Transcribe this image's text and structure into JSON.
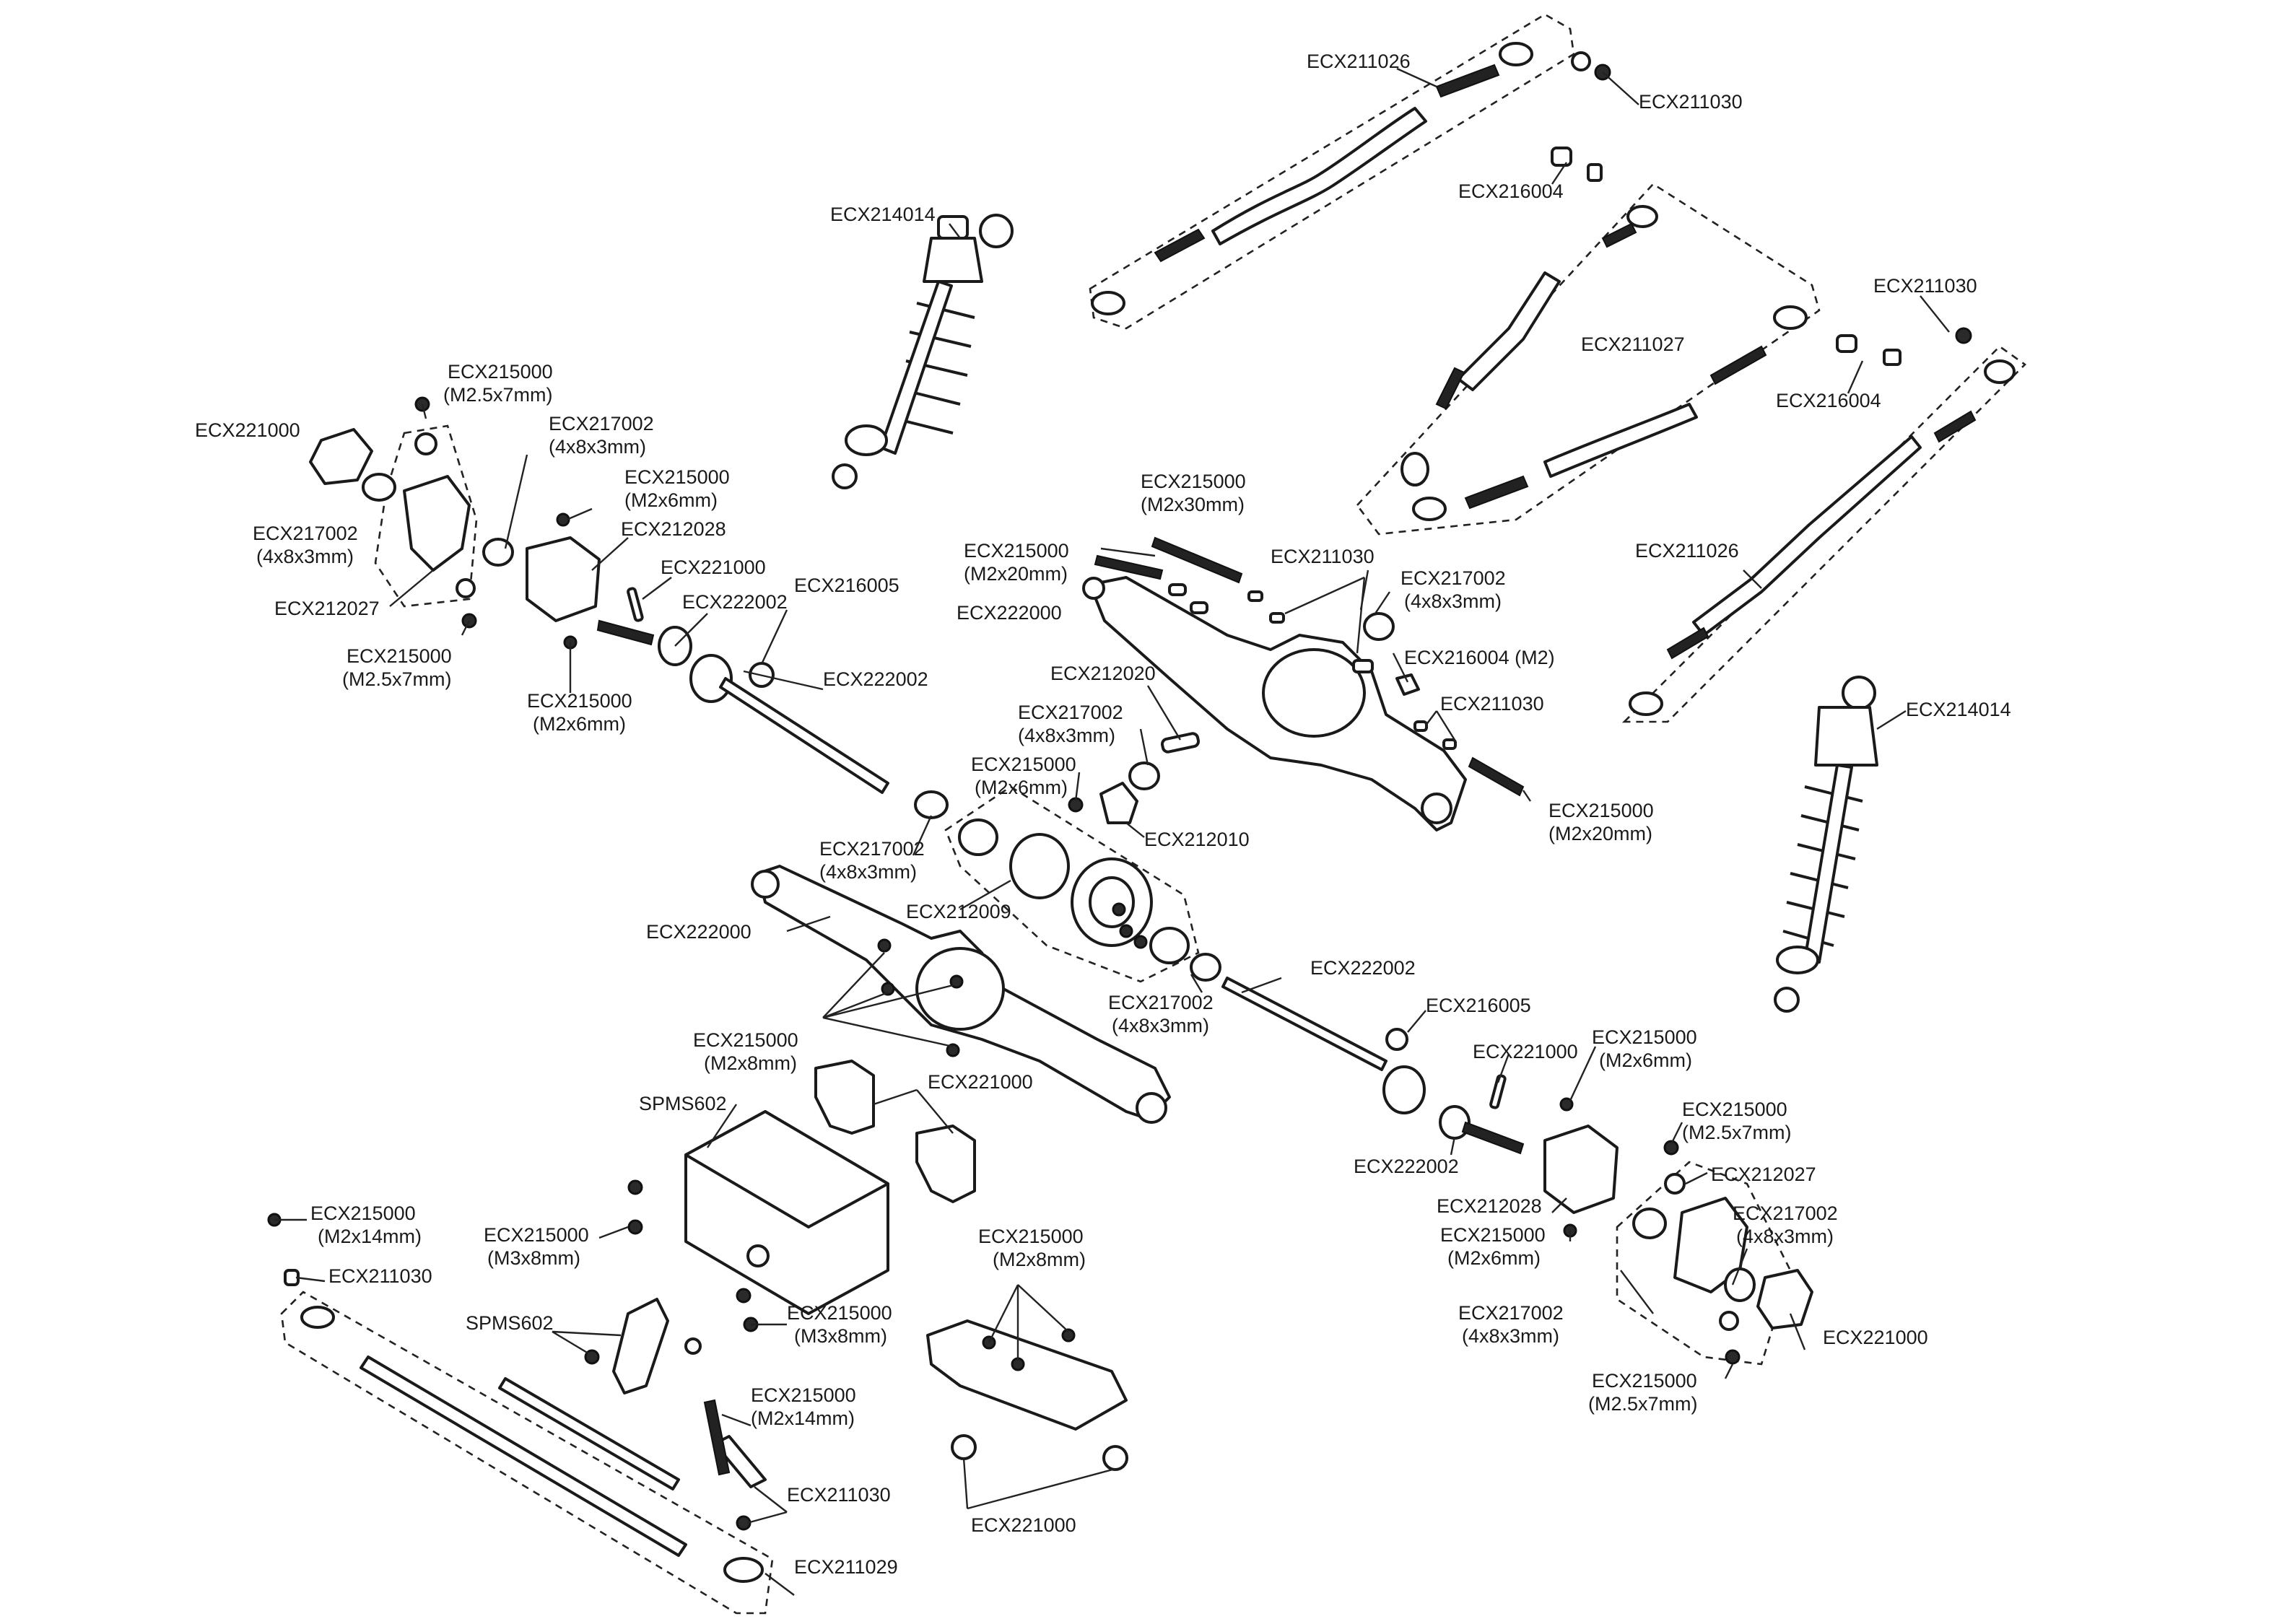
{
  "labels": {
    "ecx211026_top": "ECX211026",
    "ecx211030_top": "ECX211030",
    "ecx216004_top": "ECX216004",
    "ecx214014_left": "ECX214014",
    "ecx211027": "ECX211027",
    "ecx211030_right": "ECX211030",
    "ecx216004_right": "ECX216004",
    "ecx211026_right": "ECX211026",
    "ecx215000_a": "ECX215000",
    "ecx215000_a_size": "(M2.5x7mm)",
    "ecx221000_left": "ECX221000",
    "ecx217002_a": "ECX217002",
    "ecx217002_a_size": "(4x8x3mm)",
    "ecx215000_b": "ECX215000",
    "ecx215000_b_size": "(M2x6mm)",
    "ecx212028_left": "ECX212028",
    "ecx217002_b": "ECX217002",
    "ecx217002_b_size": "(4x8x3mm)",
    "ecx212027_left": "ECX212027",
    "ecx221000_mid": "ECX221000",
    "ecx222002_a": "ECX222002",
    "ecx216005_left": "ECX216005",
    "ecx215000_c": "ECX215000",
    "ecx215000_c_size": "(M2.5x7mm)",
    "ecx215000_d": "ECX215000",
    "ecx215000_d_size": "(M2x6mm)",
    "ecx222002_b": "ECX222002",
    "ecx215000_e": "ECX215000",
    "ecx215000_e_size": "(M2x30mm)",
    "ecx215000_f": "ECX215000",
    "ecx215000_f_size": "(M2x20mm)",
    "ecx211030_mid": "ECX211030",
    "ecx222000_top": "ECX222000",
    "ecx217002_c": "ECX217002",
    "ecx217002_c_size": "(4x8x3mm)",
    "ecx216004_m2": "ECX216004 (M2)",
    "ecx212020": "ECX212020",
    "ecx211030_axle": "ECX211030",
    "ecx217002_d": "ECX217002",
    "ecx217002_d_size": "(4x8x3mm)",
    "ecx215000_g": "ECX215000",
    "ecx215000_g_size": "(M2x6mm)",
    "ecx215000_h": "ECX215000",
    "ecx215000_h_size": "(M2x20mm)",
    "ecx212010": "ECX212010",
    "ecx214014_right": "ECX214014",
    "ecx217002_e": "ECX217002",
    "ecx217002_e_size": "(4x8x3mm)",
    "ecx212009": "ECX212009",
    "ecx222000_left": "ECX222000",
    "ecx222002_c": "ECX222002",
    "ecx217002_f": "ECX217002",
    "ecx217002_f_size": "(4x8x3mm)",
    "ecx216005_right": "ECX216005",
    "ecx215000_i": "ECX215000",
    "ecx215000_i_size": "(M2x8mm)",
    "ecx221000_servo": "ECX221000",
    "ecx221000_r1": "ECX221000",
    "ecx215000_j": "ECX215000",
    "ecx215000_j_size": "(M2x6mm)",
    "spms602_a": "SPMS602",
    "ecx222002_d": "ECX222002",
    "ecx215000_k": "ECX215000",
    "ecx215000_k_size": "(M2.5x7mm)",
    "ecx212027_right": "ECX212027",
    "ecx212028_right": "ECX212028",
    "ecx217002_g": "ECX217002",
    "ecx217002_g_size": "(4x8x3mm)",
    "ecx215000_l": "ECX215000",
    "ecx215000_l_size": "(M2x6mm)",
    "ecx215000_m": "ECX215000",
    "ecx215000_m_size": "(M3x8mm)",
    "ecx215000_n": "ECX215000",
    "ecx215000_n_size": "(M2x14mm)",
    "ecx211030_bl": "ECX211030",
    "ecx215000_o": "ECX215000",
    "ecx215000_o_size": "(M2x8mm)",
    "ecx217002_h": "ECX217002",
    "ecx217002_h_size": "(4x8x3mm)",
    "spms602_b": "SPMS602",
    "ecx215000_p": "ECX215000",
    "ecx215000_p_size": "(M3x8mm)",
    "ecx221000_right": "ECX221000",
    "ecx215000_q": "ECX215000",
    "ecx215000_q_size": "(M2.5x7mm)",
    "ecx215000_r": "ECX215000",
    "ecx215000_r_size": "(M2x14mm)",
    "ecx211030_bot": "ECX211030",
    "ecx221000_bot": "ECX221000",
    "ecx211029": "ECX211029"
  }
}
